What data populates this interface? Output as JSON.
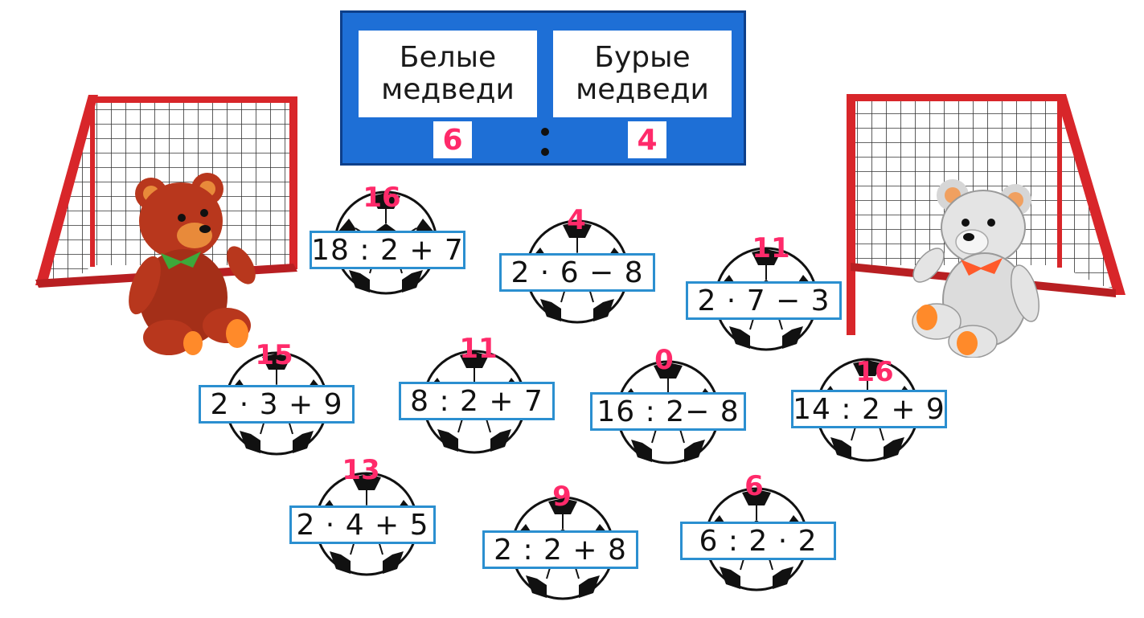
{
  "scoreboard": {
    "left_team_line1": "Белые",
    "left_team_line2": "медведи",
    "right_team_line1": "Бурые",
    "right_team_line2": "медведи",
    "left_score": "6",
    "right_score": "4"
  },
  "problems": [
    {
      "expr": "18 : 2 + 7",
      "result": "16"
    },
    {
      "expr": "2 · 6 − 8",
      "result": "4"
    },
    {
      "expr": "2 · 7 − 3",
      "result": "11"
    },
    {
      "expr": "2 · 3 + 9",
      "result": "15"
    },
    {
      "expr": "8 : 2 + 7",
      "result": "11"
    },
    {
      "expr": "16 : 2− 8",
      "result": "0"
    },
    {
      "expr": "14 : 2 + 9",
      "result": "16"
    },
    {
      "expr": "2 · 4 + 5",
      "result": "13"
    },
    {
      "expr": "2 : 2 + 8",
      "result": "9"
    },
    {
      "expr": "6 : 2 · 2",
      "result": "6"
    }
  ],
  "colors": {
    "accent_pink": "#ff2a6a",
    "board_blue": "#1e6fd6",
    "frame_blue": "#2b8fd0",
    "goal_red": "#d8262a",
    "brown_bear": "#b8371d",
    "white_bear": "#e4e4e4"
  },
  "icons": [
    "goal-net-icon",
    "brown-teddy-bear-icon",
    "white-teddy-bear-icon",
    "soccer-ball-icon"
  ]
}
